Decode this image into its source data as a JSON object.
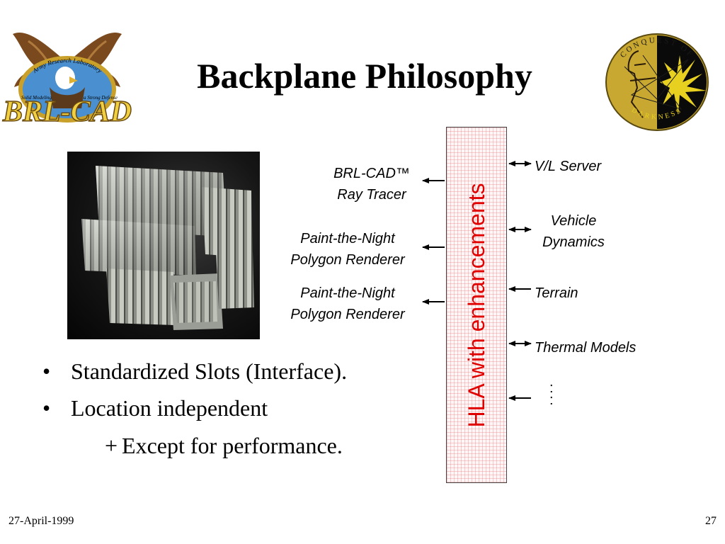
{
  "slide": {
    "title": "Backplane Philosophy",
    "left_logo": {
      "ring_top": "Army Research Laboratory",
      "ring_left": "Solid Modeling for",
      "ring_right": "a Strong Defense",
      "wordmark": "BRL-CAD"
    },
    "right_logo": {
      "ring_top": "CONQUEST OF",
      "ring_bottom": "DARKNESS"
    },
    "bar_label": "HLA with enhancements",
    "left_labels": [
      {
        "lines": [
          "BRL-CAD™",
          "Ray Tracer"
        ]
      },
      {
        "lines": [
          "Paint-the-Night",
          "Polygon Renderer"
        ]
      },
      {
        "lines": [
          "Paint-the-Night",
          "Polygon Renderer"
        ]
      }
    ],
    "right_labels": [
      {
        "lines": [
          "V/L Server"
        ]
      },
      {
        "lines": [
          "Vehicle",
          "Dynamics"
        ]
      },
      {
        "lines": [
          "Terrain"
        ]
      },
      {
        "lines": [
          "Thermal Models"
        ]
      }
    ],
    "ellipsis_dots": [
      ":",
      ":"
    ],
    "bullets": [
      {
        "mark": "•",
        "text": "Standardized Slots (Interface)."
      },
      {
        "mark": "•",
        "text": "Location independent"
      }
    ],
    "sub_bullet": {
      "mark": "+",
      "text": "Except for performance."
    },
    "footer": {
      "date": "27-April-1999",
      "page": "27"
    }
  }
}
